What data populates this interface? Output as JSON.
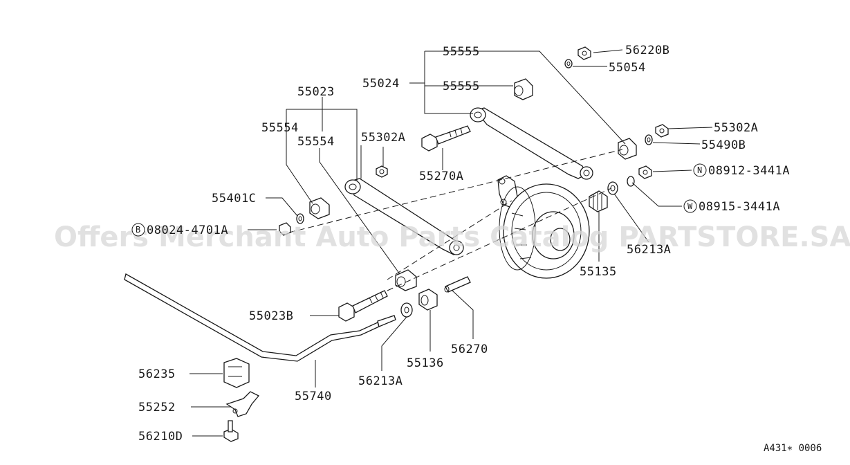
{
  "watermark": "Offers Merchant Auto Parts Catalog PARTSTORE.SA",
  "diagram_code": "A431∗ 0006",
  "labels": {
    "p56220B": "56220B",
    "p55054": "55054",
    "p55555_top": "55555",
    "p55024": "55024",
    "p55555_mid": "55555",
    "p55023": "55023",
    "p55554_a": "55554",
    "p55554_b": "55554",
    "p55302A_l": "55302A",
    "p55270A": "55270A",
    "p55302A_r": "55302A",
    "p55490B": "55490B",
    "p08912": "08912-3441A",
    "p08915": "08915-3441A",
    "p55401C": "55401C",
    "p08024": "08024-4701A",
    "p56213A_r": "56213A",
    "p55135": "55135",
    "p55023B": "55023B",
    "p56270": "56270",
    "p55136": "55136",
    "p56213A_l": "56213A",
    "p55740": "55740",
    "p56235": "56235",
    "p55252": "55252",
    "p56210D": "56210D"
  },
  "markers": {
    "nut": "N",
    "washer": "W",
    "bolt": "B"
  }
}
